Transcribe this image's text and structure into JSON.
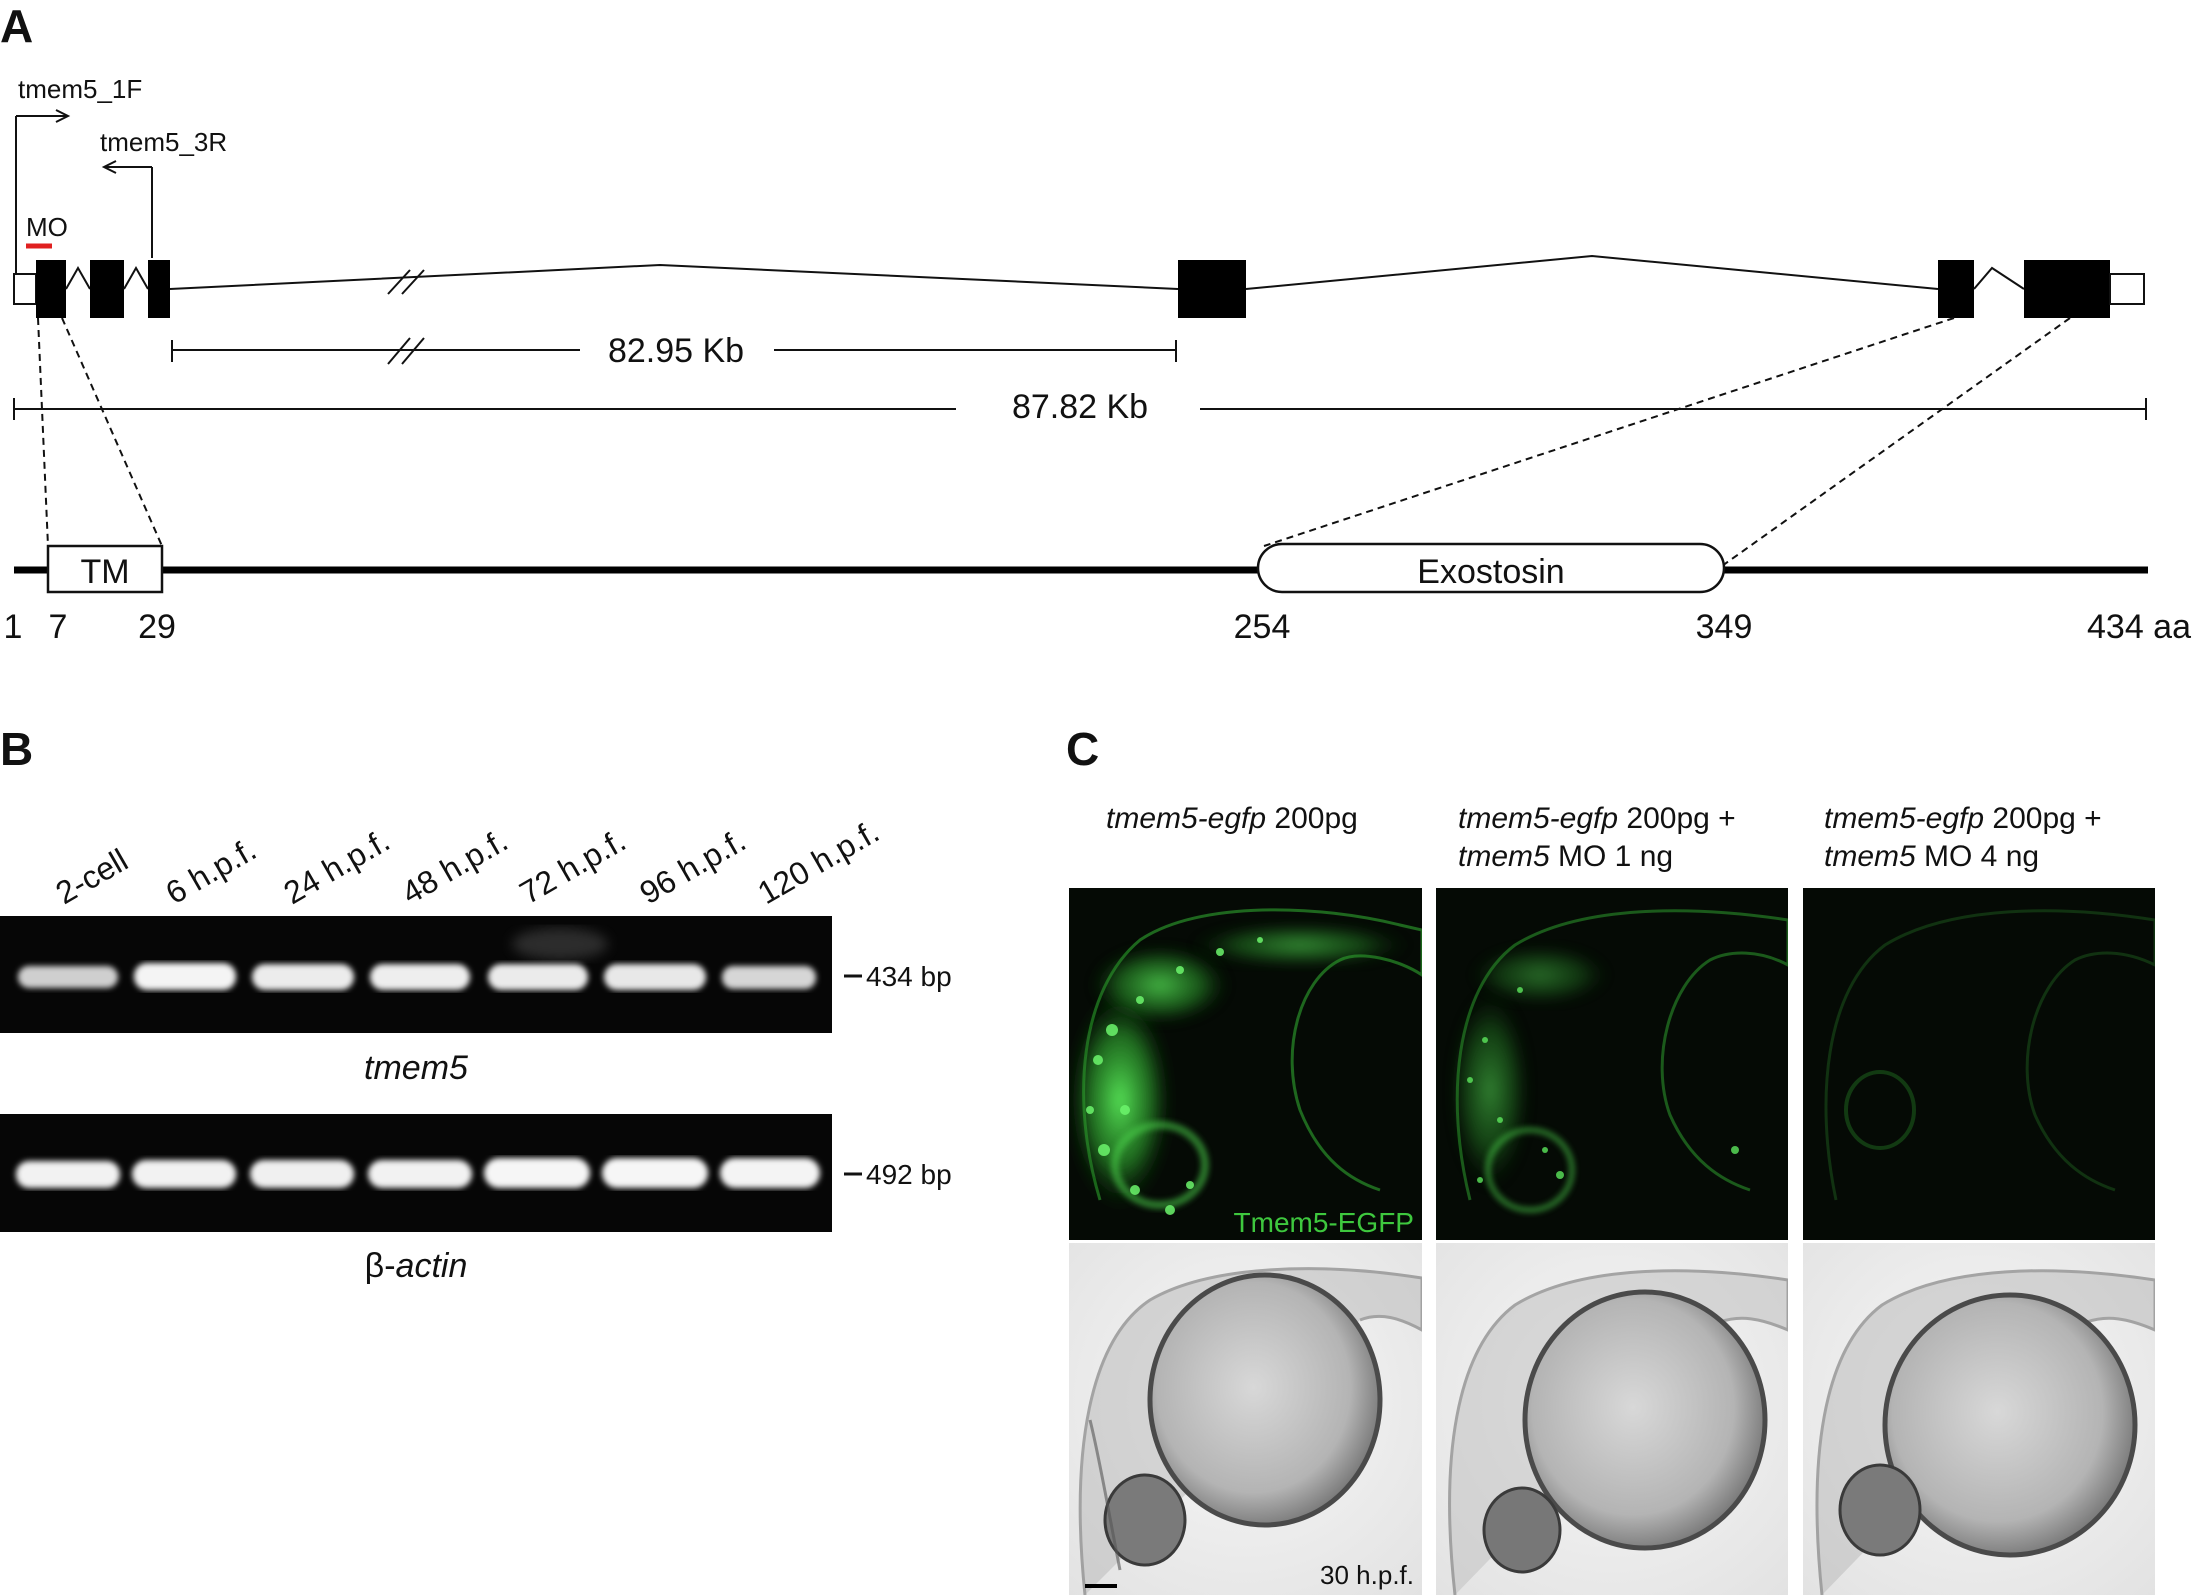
{
  "panel_a": {
    "label": "A",
    "primer_forward": "tmem5_1F",
    "primer_reverse": "tmem5_3R",
    "morpholino": "MO",
    "span_inner": "82.95 Kb",
    "span_total": "87.82 Kb",
    "domain_tm": "TM",
    "domain_exostosin": "Exostosin",
    "positions": [
      "1",
      "7",
      "29",
      "254",
      "349",
      "434 aa"
    ]
  },
  "panel_b": {
    "label": "B",
    "lanes": [
      "2-cell",
      "6 h.p.f.",
      "24 h.p.f.",
      "48 h.p.f.",
      "72 h.p.f.",
      "96 h.p.f.",
      "120 h.p.f."
    ],
    "gel1": {
      "size": "434 bp",
      "gene": "tmem5"
    },
    "gel2": {
      "size": "492 bp",
      "gene_prefix": "β-",
      "gene": "actin"
    }
  },
  "panel_c": {
    "label": "C",
    "col1": {
      "gene": "tmem5-egfp",
      "dose": " 200pg"
    },
    "col2": {
      "gene": "tmem5-egfp",
      "dose": " 200pg +",
      "mo_gene": "tmem5",
      "mo_dose": " MO 1 ng"
    },
    "col3": {
      "gene": "tmem5-egfp",
      "dose": " 200pg +",
      "mo_gene": "tmem5",
      "mo_dose": " MO 4 ng"
    },
    "fluor_label": "Tmem5-EGFP",
    "stage_label": "30 h.p.f.",
    "colors": {
      "fluorescence": "#3ec83e",
      "micro_bg": "#050a05"
    }
  }
}
